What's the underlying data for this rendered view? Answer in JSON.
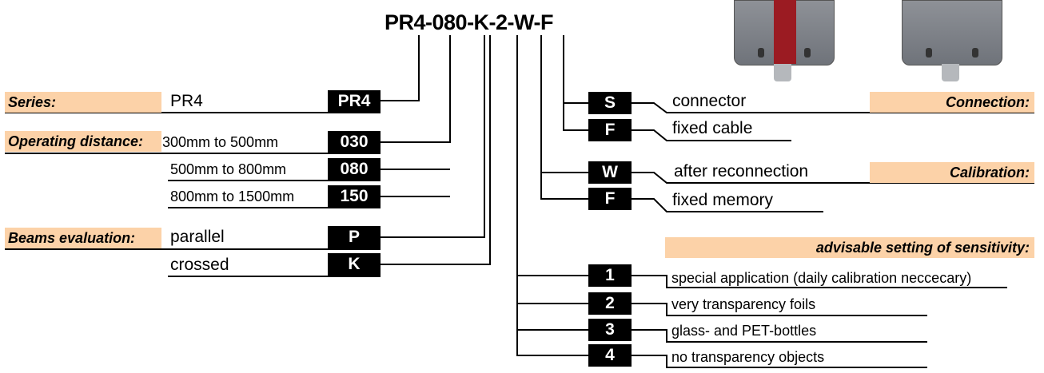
{
  "title": "PR4-080-K-2-W-F",
  "series": {
    "label": "Series:",
    "option": "PR4",
    "code": "PR4"
  },
  "distance": {
    "label": "Operating distance:",
    "options": [
      {
        "text": "300mm to 500mm",
        "code": "030"
      },
      {
        "text": "500mm to 800mm",
        "code": "080"
      },
      {
        "text": "800mm to 1500mm",
        "code": "150"
      }
    ]
  },
  "beams": {
    "label": "Beams evaluation:",
    "options": [
      {
        "text": "parallel",
        "code": "P"
      },
      {
        "text": "crossed",
        "code": "K"
      }
    ]
  },
  "connection": {
    "label": "Connection:",
    "options": [
      {
        "text": "connector",
        "code": "S"
      },
      {
        "text": "fixed cable",
        "code": "F"
      }
    ]
  },
  "calibration": {
    "label": "Calibration:",
    "options": [
      {
        "text": "after reconnection",
        "code": "W"
      },
      {
        "text": "fixed memory",
        "code": "F"
      }
    ]
  },
  "sensitivity": {
    "label": "advisable setting of sensitivity:",
    "options": [
      {
        "text": "special application (daily calibration neccecary)",
        "code": "1"
      },
      {
        "text": "very transparency foils",
        "code": "2"
      },
      {
        "text": "glass- and PET-bottles",
        "code": "3"
      },
      {
        "text": "no transparency objects",
        "code": "4"
      }
    ]
  },
  "colors": {
    "header_bg": "#fcd2a8",
    "code_bg": "#000000",
    "device_accent": "#9b1b22"
  }
}
